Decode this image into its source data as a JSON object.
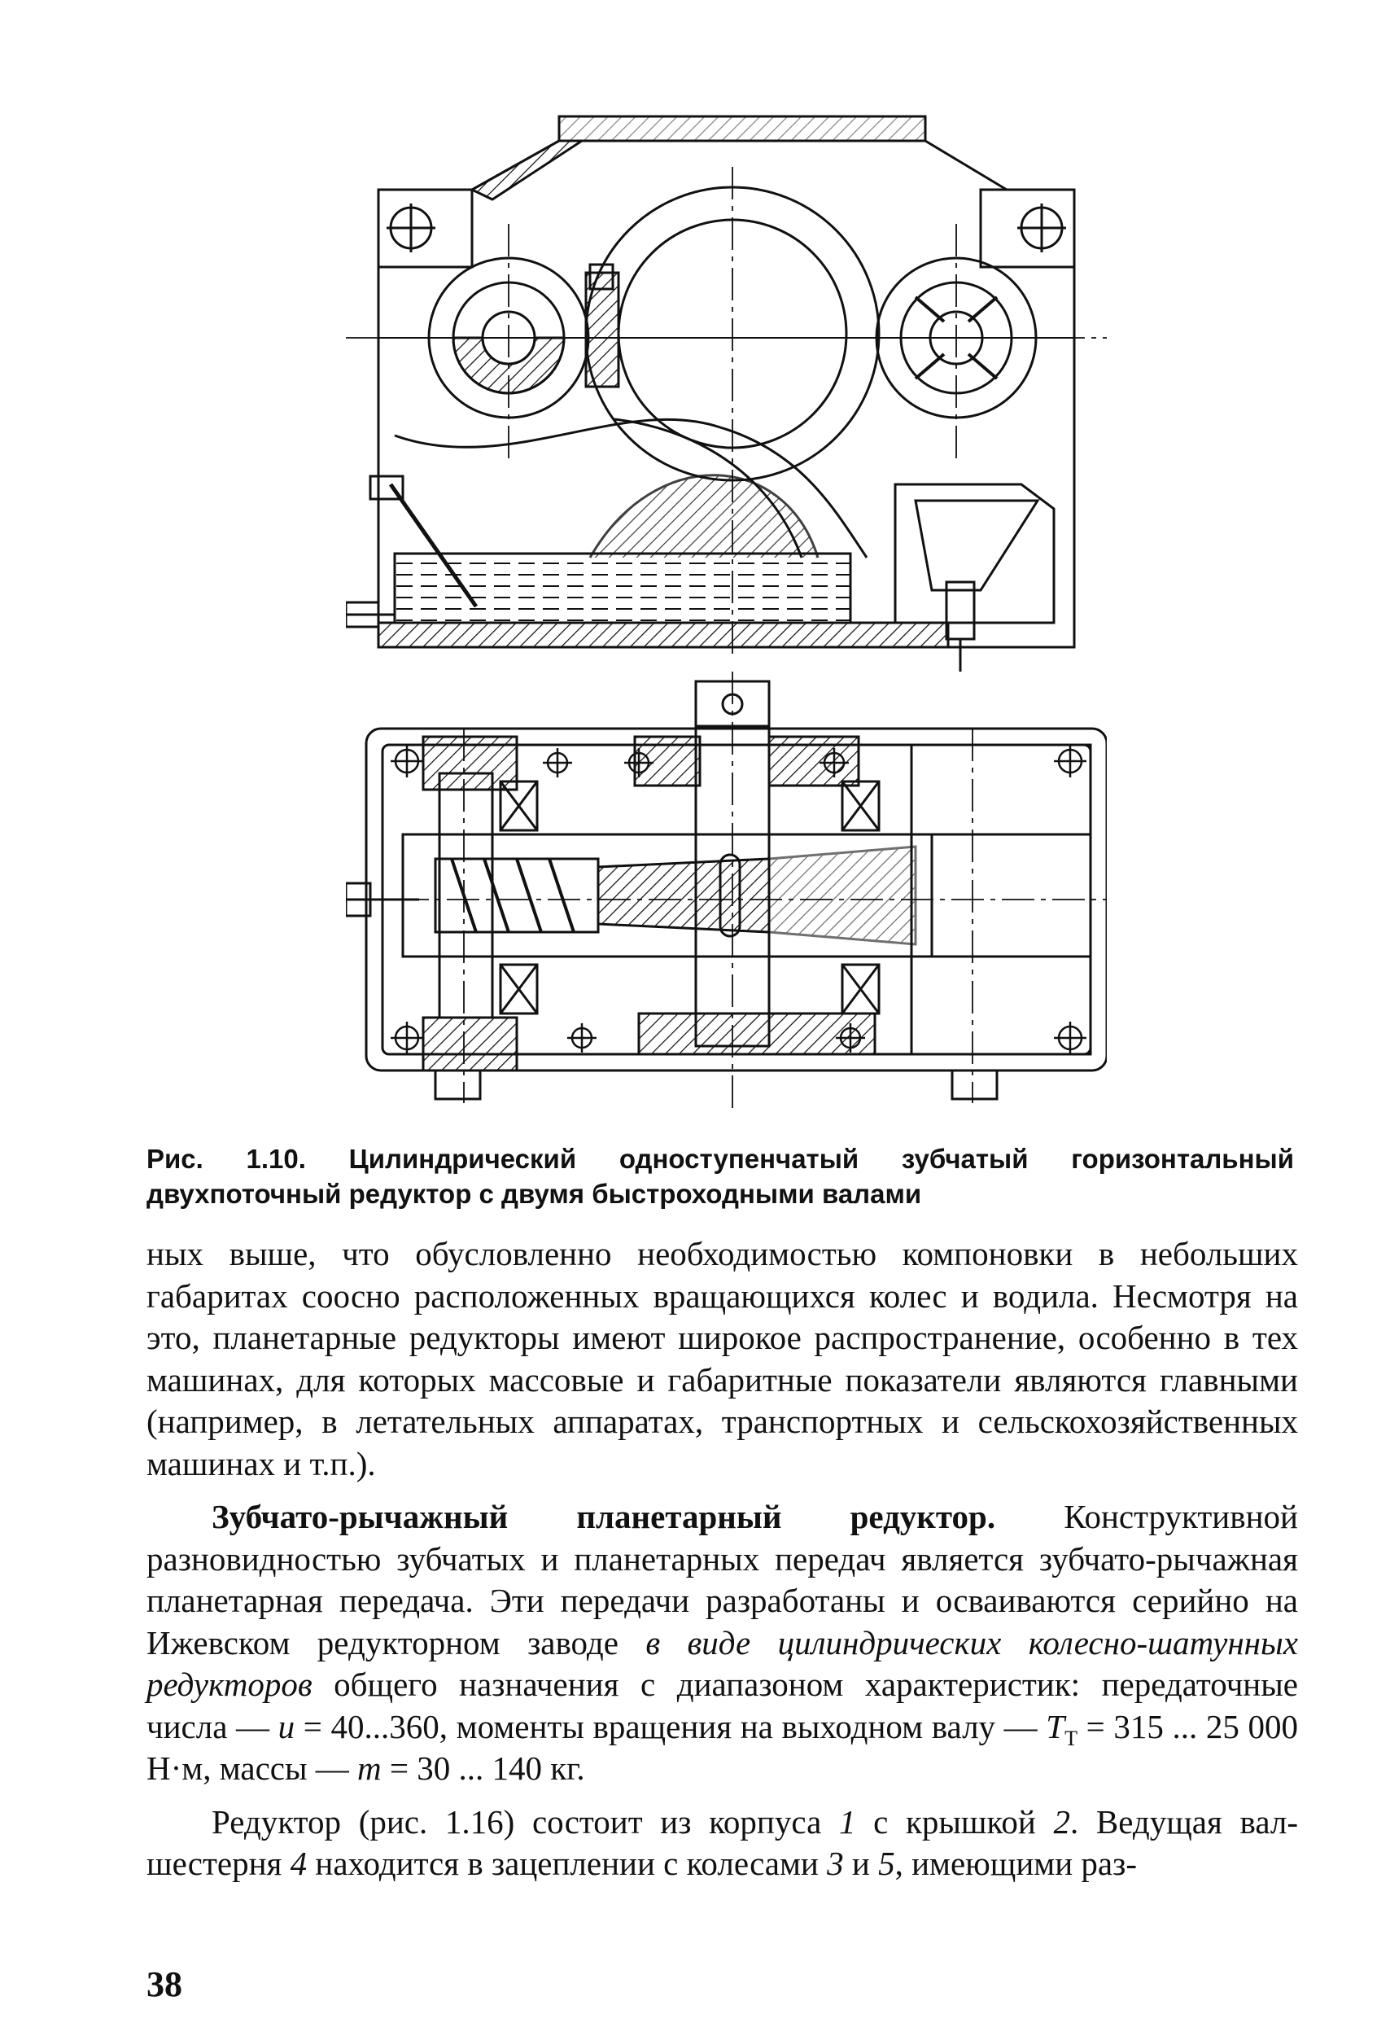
{
  "figure": {
    "caption_label": "Рис. 1.10.",
    "caption_text": "Цилиндрический одноступенчатый зубчатый горизонтальный двухпоточный редуктор с двумя быстроходными валами"
  },
  "paragraphs": [
    {
      "text": "ных выше, что обусловленно необходимостью компоновки в небольших габаритах соосно расположенных вращающихся колес и водила. Несмотря на это, планетарные редукторы имеют широкое распространение, особенно в тех машинах, для которых массовые и габаритные показатели являются главными (например, в летательных аппаратах, транспортных и сельскохозяйственных машинах и т.п.)."
    },
    {
      "heading": "Зубчато-рычажный планетарный редуктор.",
      "text_1": " Конструктивной разновидностью зубчатых и планетарных передач является зубчато-рычажная планетарная передача. Эти передачи разработаны и осваиваются серийно на Ижевском редукторном заводе ",
      "italic_1": "в виде цилиндрических колесно-шатунных редукторов",
      "text_2": " общего назначения с диапазоном характеристик: передаточные числа — ",
      "var_u": "u",
      "text_3": " = 40...360, моменты вращения на выходном валу — ",
      "var_T": "T",
      "sub_T": "T",
      "text_4": " = 315 ... 25 000 Н·м, массы — ",
      "var_m": "m",
      "text_5": " = 30 ... 140 кг."
    },
    {
      "text_1": "Редуктор (рис. 1.16) состоит из корпуса ",
      "n1": "1",
      "text_2": " с крышкой ",
      "n2": "2",
      "text_3": ". Ведущая вал-шестерня ",
      "n4": "4",
      "text_4": " находится в зацеплении с колесами ",
      "n3": "3",
      "text_5": " и ",
      "n5": "5",
      "text_6": ", имеющими раз-"
    }
  ],
  "page_number": "38"
}
